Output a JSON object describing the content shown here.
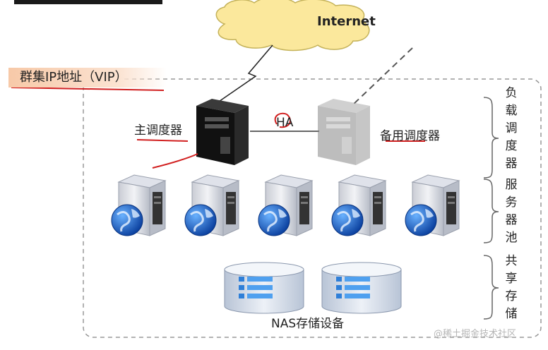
{
  "title_fragment": "DIAGRAM",
  "cloud": {
    "label": "Internet"
  },
  "vip": {
    "label": "群集IP地址（VIP）"
  },
  "primary": {
    "label": "主调度器"
  },
  "ha": {
    "label": "HA"
  },
  "backup": {
    "label": "备用调度器"
  },
  "groups": {
    "lb": [
      "负",
      "载",
      "调",
      "度",
      "器"
    ],
    "servers": [
      "服",
      "务",
      "器",
      "池"
    ],
    "storage": [
      "共",
      "享",
      "存",
      "储"
    ]
  },
  "nas": {
    "label": "NAS存储设备"
  },
  "watermark": "@稀土掘金技术社区",
  "colors": {
    "cloud": "#fbe89c",
    "vip_bg": "#f7c9a8",
    "annotation": "#d11f1f"
  }
}
